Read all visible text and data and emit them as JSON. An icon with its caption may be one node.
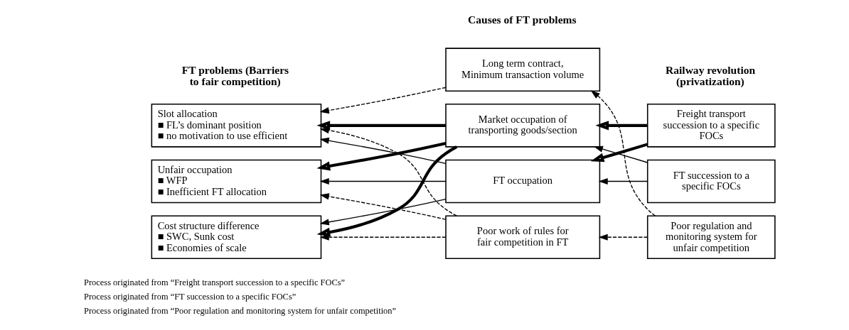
{
  "diagram": {
    "nodes": [
      {
        "text": [
          "Slot allocation",
          "■ FL’s dominant position",
          "■ no motivation to use efficient"
        ]
      },
      {
        "text": [
          "Unfair occupation",
          "■ WFP",
          "■ Inefficient FT allocation"
        ]
      },
      {
        "text": [
          "Cost structure difference",
          "■ SWC, Sunk cost",
          "■ Economies of scale"
        ]
      },
      {
        "text": [
          "Long term contract, Minimum transaction volume"
        ]
      },
      {
        "text": [
          "Market occupation of transporting goods/section"
        ]
      },
      {
        "text": [
          "FT occupation"
        ]
      },
      {
        "text": [
          "Poor work of rules for fair competition in FT"
        ]
      },
      {
        "text": [
          "Freight transport succession to a specific FOCs"
        ]
      },
      {
        "text": [
          "FT succession to a specific FOCs"
        ]
      },
      {
        "text": [
          "Poor regulation and monitoring system for unfair competition"
        ]
      }
    ],
    "edges": [
      {
        "from": 3,
        "to": 0,
        "arrow": "to",
        "style": "dashed"
      },
      {
        "from": 4,
        "to": 0,
        "arrow": "to",
        "style": "thick"
      },
      {
        "from": 4,
        "to": 1,
        "arrow": "to",
        "style": "thick"
      },
      {
        "from": 4,
        "to": 2,
        "arrow": "to",
        "style": "thick"
      },
      {
        "from": 5,
        "to": 0,
        "arrow": "to"
      },
      {
        "from": 5,
        "to": 1,
        "arrow": "to"
      },
      {
        "from": 5,
        "to": 2,
        "arrow": "to"
      },
      {
        "from": 6,
        "to": 0,
        "arrow": "to",
        "style": "dashed"
      },
      {
        "from": 6,
        "to": 1,
        "arrow": "to",
        "style": "dashed"
      },
      {
        "from": 6,
        "to": 2,
        "arrow": "to",
        "style": "dashed"
      },
      {
        "from": 7,
        "to": 4,
        "arrow": "to",
        "style": "thick"
      },
      {
        "from": 7,
        "to": 5,
        "arrow": "to",
        "style": "thick"
      },
      {
        "from": 8,
        "to": 4,
        "arrow": "to"
      },
      {
        "from": 8,
        "to": 5,
        "arrow": "to"
      },
      {
        "from": 9,
        "to": 3,
        "arrow": "to",
        "style": "dashed"
      },
      {
        "from": 9,
        "to": 6,
        "arrow": "to",
        "style": "dashed"
      }
    ],
    "labels": [
      "FT problems (Barriers to fair competition)",
      "Causes of FT problems",
      "Railway revolution (privatization)"
    ],
    "legend": [
      {
        "text": "Process originated from “Freight transport succession to a specific FOCs”"
      },
      {
        "text": "Process originated from “FT succession to a specific FOCs”"
      },
      {
        "text": "Process originated from “Poor regulation and monitoring system for unfair competition”"
      }
    ]
  }
}
